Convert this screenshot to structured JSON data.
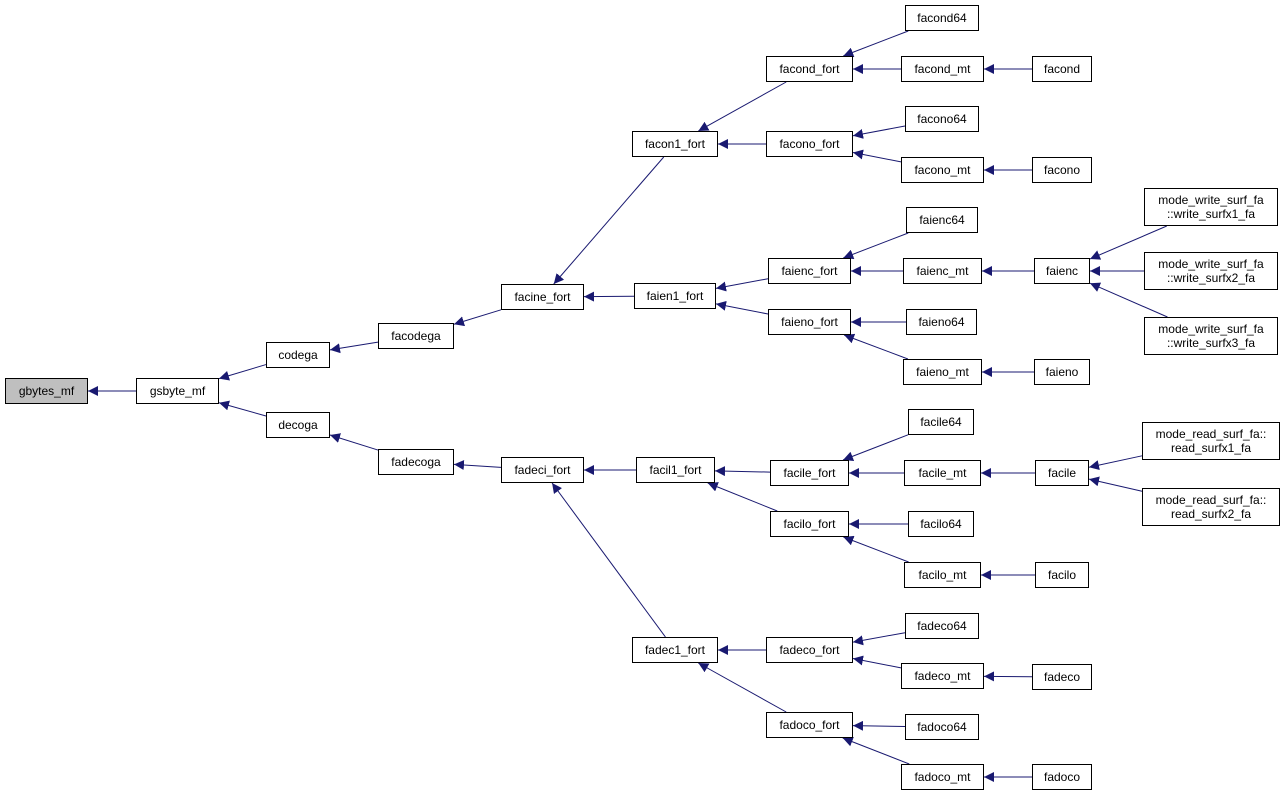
{
  "graph": {
    "edge_color": "#191970",
    "root_fill": "#bfbfbf",
    "nodes": [
      {
        "id": "gbytes_mf",
        "lines": [
          "gbytes_mf"
        ],
        "root": true
      },
      {
        "id": "gsbyte_mf",
        "lines": [
          "gsbyte_mf"
        ]
      },
      {
        "id": "codega",
        "lines": [
          "codega"
        ]
      },
      {
        "id": "decoga",
        "lines": [
          "decoga"
        ]
      },
      {
        "id": "facodega",
        "lines": [
          "facodega"
        ]
      },
      {
        "id": "fadecoga",
        "lines": [
          "fadecoga"
        ]
      },
      {
        "id": "facine_fort",
        "lines": [
          "facine_fort"
        ]
      },
      {
        "id": "fadeci_fort",
        "lines": [
          "fadeci_fort"
        ]
      },
      {
        "id": "facon1_fort",
        "lines": [
          "facon1_fort"
        ]
      },
      {
        "id": "faien1_fort",
        "lines": [
          "faien1_fort"
        ]
      },
      {
        "id": "facil1_fort",
        "lines": [
          "facil1_fort"
        ]
      },
      {
        "id": "fadec1_fort",
        "lines": [
          "fadec1_fort"
        ]
      },
      {
        "id": "facond_fort",
        "lines": [
          "facond_fort"
        ]
      },
      {
        "id": "facono_fort",
        "lines": [
          "facono_fort"
        ]
      },
      {
        "id": "faienc_fort",
        "lines": [
          "faienc_fort"
        ]
      },
      {
        "id": "faieno_fort",
        "lines": [
          "faieno_fort"
        ]
      },
      {
        "id": "facile_fort",
        "lines": [
          "facile_fort"
        ]
      },
      {
        "id": "facilo_fort",
        "lines": [
          "facilo_fort"
        ]
      },
      {
        "id": "fadeco_fort",
        "lines": [
          "fadeco_fort"
        ]
      },
      {
        "id": "fadoco_fort",
        "lines": [
          "fadoco_fort"
        ]
      },
      {
        "id": "facond64",
        "lines": [
          "facond64"
        ]
      },
      {
        "id": "facond_mt",
        "lines": [
          "facond_mt"
        ]
      },
      {
        "id": "facono64",
        "lines": [
          "facono64"
        ]
      },
      {
        "id": "facono_mt",
        "lines": [
          "facono_mt"
        ]
      },
      {
        "id": "faienc64",
        "lines": [
          "faienc64"
        ]
      },
      {
        "id": "faienc_mt",
        "lines": [
          "faienc_mt"
        ]
      },
      {
        "id": "faieno64",
        "lines": [
          "faieno64"
        ]
      },
      {
        "id": "faieno_mt",
        "lines": [
          "faieno_mt"
        ]
      },
      {
        "id": "facile64",
        "lines": [
          "facile64"
        ]
      },
      {
        "id": "facile_mt",
        "lines": [
          "facile_mt"
        ]
      },
      {
        "id": "facilo64",
        "lines": [
          "facilo64"
        ]
      },
      {
        "id": "facilo_mt",
        "lines": [
          "facilo_mt"
        ]
      },
      {
        "id": "fadeco64",
        "lines": [
          "fadeco64"
        ]
      },
      {
        "id": "fadeco_mt",
        "lines": [
          "fadeco_mt"
        ]
      },
      {
        "id": "fadoco64",
        "lines": [
          "fadoco64"
        ]
      },
      {
        "id": "fadoco_mt",
        "lines": [
          "fadoco_mt"
        ]
      },
      {
        "id": "facond",
        "lines": [
          "facond"
        ]
      },
      {
        "id": "facono",
        "lines": [
          "facono"
        ]
      },
      {
        "id": "faienc",
        "lines": [
          "faienc"
        ]
      },
      {
        "id": "faieno",
        "lines": [
          "faieno"
        ]
      },
      {
        "id": "facile",
        "lines": [
          "facile"
        ]
      },
      {
        "id": "facilo",
        "lines": [
          "facilo"
        ]
      },
      {
        "id": "fadeco",
        "lines": [
          "fadeco"
        ]
      },
      {
        "id": "fadoco",
        "lines": [
          "fadoco"
        ]
      },
      {
        "id": "write_surfx1",
        "lines": [
          "mode_write_surf_fa",
          "::write_surfx1_fa"
        ]
      },
      {
        "id": "write_surfx2",
        "lines": [
          "mode_write_surf_fa",
          "::write_surfx2_fa"
        ]
      },
      {
        "id": "write_surfx3",
        "lines": [
          "mode_write_surf_fa",
          "::write_surfx3_fa"
        ]
      },
      {
        "id": "read_surfx1",
        "lines": [
          "mode_read_surf_fa::",
          "read_surfx1_fa"
        ]
      },
      {
        "id": "read_surfx2",
        "lines": [
          "mode_read_surf_fa::",
          "read_surfx2_fa"
        ]
      }
    ],
    "edges": [
      [
        "gbytes_mf",
        "gsbyte_mf"
      ],
      [
        "gsbyte_mf",
        "codega"
      ],
      [
        "gsbyte_mf",
        "decoga"
      ],
      [
        "codega",
        "facodega"
      ],
      [
        "decoga",
        "fadecoga"
      ],
      [
        "facodega",
        "facine_fort"
      ],
      [
        "fadecoga",
        "fadeci_fort"
      ],
      [
        "facine_fort",
        "facon1_fort"
      ],
      [
        "facine_fort",
        "faien1_fort"
      ],
      [
        "fadeci_fort",
        "facil1_fort"
      ],
      [
        "fadeci_fort",
        "fadec1_fort"
      ],
      [
        "facon1_fort",
        "facond_fort"
      ],
      [
        "facon1_fort",
        "facono_fort"
      ],
      [
        "faien1_fort",
        "faienc_fort"
      ],
      [
        "faien1_fort",
        "faieno_fort"
      ],
      [
        "facil1_fort",
        "facile_fort"
      ],
      [
        "facil1_fort",
        "facilo_fort"
      ],
      [
        "fadec1_fort",
        "fadeco_fort"
      ],
      [
        "fadec1_fort",
        "fadoco_fort"
      ],
      [
        "facond_fort",
        "facond64"
      ],
      [
        "facond_fort",
        "facond_mt"
      ],
      [
        "facono_fort",
        "facono64"
      ],
      [
        "facono_fort",
        "facono_mt"
      ],
      [
        "faienc_fort",
        "faienc64"
      ],
      [
        "faienc_fort",
        "faienc_mt"
      ],
      [
        "faieno_fort",
        "faieno64"
      ],
      [
        "faieno_fort",
        "faieno_mt"
      ],
      [
        "facile_fort",
        "facile64"
      ],
      [
        "facile_fort",
        "facile_mt"
      ],
      [
        "facilo_fort",
        "facilo64"
      ],
      [
        "facilo_fort",
        "facilo_mt"
      ],
      [
        "fadeco_fort",
        "fadeco64"
      ],
      [
        "fadeco_fort",
        "fadeco_mt"
      ],
      [
        "fadoco_fort",
        "fadoco64"
      ],
      [
        "fadoco_fort",
        "fadoco_mt"
      ],
      [
        "facond_mt",
        "facond"
      ],
      [
        "facono_mt",
        "facono"
      ],
      [
        "faienc_mt",
        "faienc"
      ],
      [
        "faieno_mt",
        "faieno"
      ],
      [
        "facile_mt",
        "facile"
      ],
      [
        "facilo_mt",
        "facilo"
      ],
      [
        "fadeco_mt",
        "fadeco"
      ],
      [
        "fadoco_mt",
        "fadoco"
      ],
      [
        "faienc",
        "write_surfx1"
      ],
      [
        "faienc",
        "write_surfx2"
      ],
      [
        "faienc",
        "write_surfx3"
      ],
      [
        "facile",
        "read_surfx1"
      ],
      [
        "facile",
        "read_surfx2"
      ]
    ]
  }
}
